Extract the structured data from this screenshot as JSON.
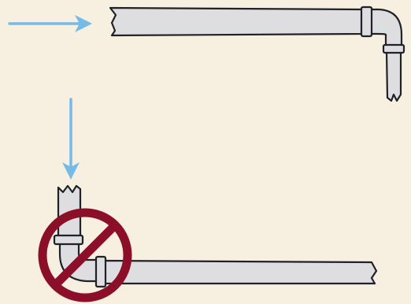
{
  "colors": {
    "background": "#f7f0e0",
    "pipe_fill": "#dedee0",
    "pipe_outline": "#1f2228",
    "arrow": "#74bbe8",
    "prohibition": "#8c0f2a"
  },
  "panels": [
    {
      "arrow": "flow-direction-arrow-right",
      "pipe": "straight-pipe-with-elbow-turning-down",
      "allowed": true
    },
    {
      "arrow": "flow-direction-arrow-down",
      "pipe": "elbow-pipe-turning-right",
      "allowed": false,
      "icon": "prohibition-icon"
    }
  ]
}
